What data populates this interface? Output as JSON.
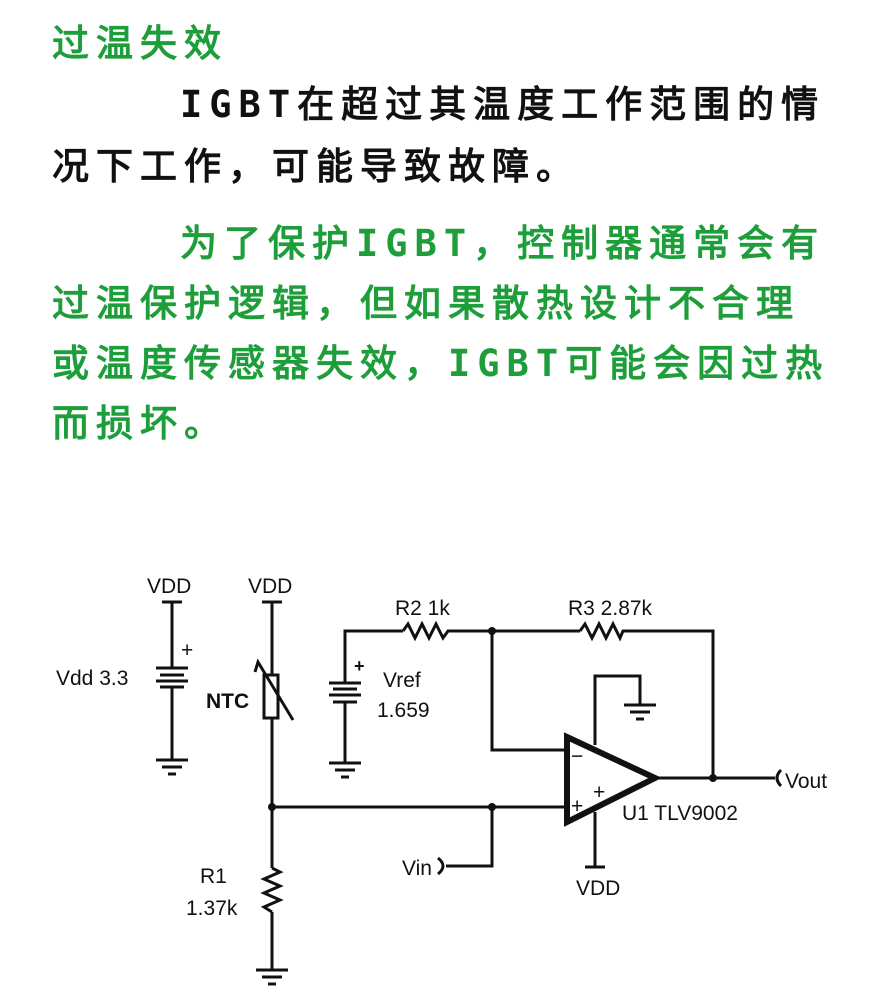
{
  "heading": "过温失效",
  "paragraph1": [
    "IGBT在超过其温度工作范围的情",
    "况下工作，可能导致故障。"
  ],
  "paragraph2": [
    "为了保护IGBT，控制器通常会有",
    "过温保护逻辑，但如果散热设计不合理",
    "或温度传感器失效，IGBT可能会因过热",
    "而损坏。"
  ],
  "colors": {
    "highlight": "#1e9e3a",
    "text": "#111111"
  },
  "circuit": {
    "vdd_left": "VDD",
    "vdd_ntc": "VDD",
    "vdd_opamp": "VDD",
    "battery_label": "Vdd 3.3",
    "battery_plus": "+",
    "ntc_label": "NTC",
    "vref_label": "Vref",
    "vref_value": "1.659",
    "vref_plus": "+",
    "r2_label": "R2 1k",
    "r3_label": "R3 2.87k",
    "r1_label": "R1",
    "r1_value": "1.37k",
    "vin_label": "Vin",
    "vout_label": "Vout",
    "opamp_label": "U1 TLV9002",
    "opamp_minus": "−",
    "opamp_plus": "+",
    "opamp_plus_inner": "+"
  }
}
